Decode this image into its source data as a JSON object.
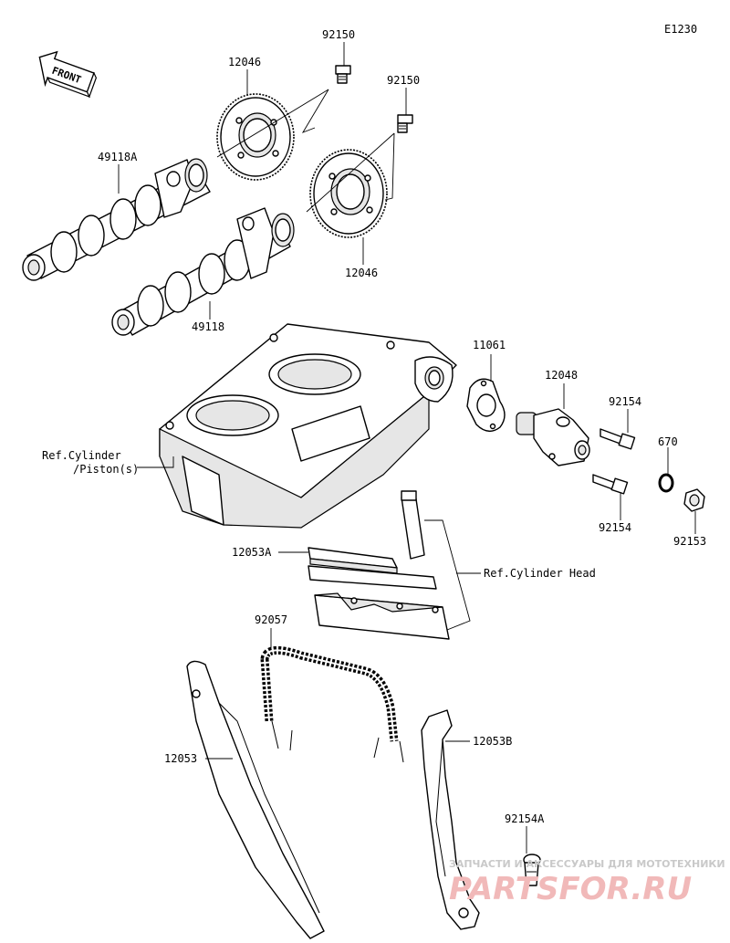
{
  "diagram_code": "E1230",
  "front_label": "FRONT",
  "labels": {
    "bolt_top1": "92150",
    "bolt_top2": "92150",
    "sprocket_top": "12046",
    "sprocket_bottom": "12046",
    "camshaft_a": "49118A",
    "camshaft": "49118",
    "gasket": "11061",
    "tensioner": "12048",
    "bolt_tensioner_upper": "92154",
    "bolt_tensioner_lower": "92154",
    "oring": "670",
    "cap_bolt": "92153",
    "ref_cylinder_line1": "Ref.Cylinder",
    "ref_cylinder_line2": "/Piston(s)",
    "guide_upper": "12053A",
    "ref_cylinder_head": "Ref.Cylinder Head",
    "chain": "92057",
    "guide_left": "12053",
    "guide_right": "12053B",
    "bolt_guide": "92154A"
  },
  "watermark": {
    "tagline": "ЗАПЧАСТИ И АКСЕССУАРЫ ДЛЯ МОТОТЕХНИКИ",
    "brand": "PARTSFOR.RU"
  }
}
